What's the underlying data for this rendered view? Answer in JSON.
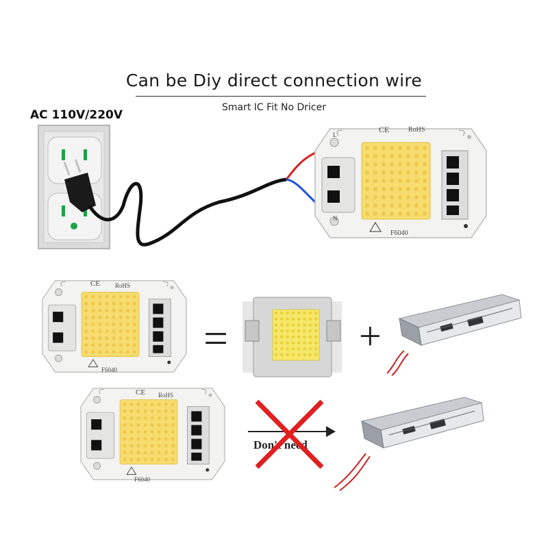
{
  "header": {
    "title": "Can be Diy direct connection wire",
    "subtitle": "Smart IC Fit No Dricer"
  },
  "outlet": {
    "voltage_label": "AC 110V/220V"
  },
  "chip": {
    "brand_mark": "CE",
    "cert_mark": "RoHS",
    "model": "F6040",
    "pin_top": "L",
    "pin_bottom": "N"
  },
  "comparison": {
    "equals_sign": "=",
    "plus_sign": "+",
    "crossed_label": "Don't need"
  },
  "colors": {
    "led_yellow": "#f7dc6f",
    "wire_red": "#d62020",
    "wire_blue": "#1f4fd6",
    "cross_red": "#e02020"
  }
}
